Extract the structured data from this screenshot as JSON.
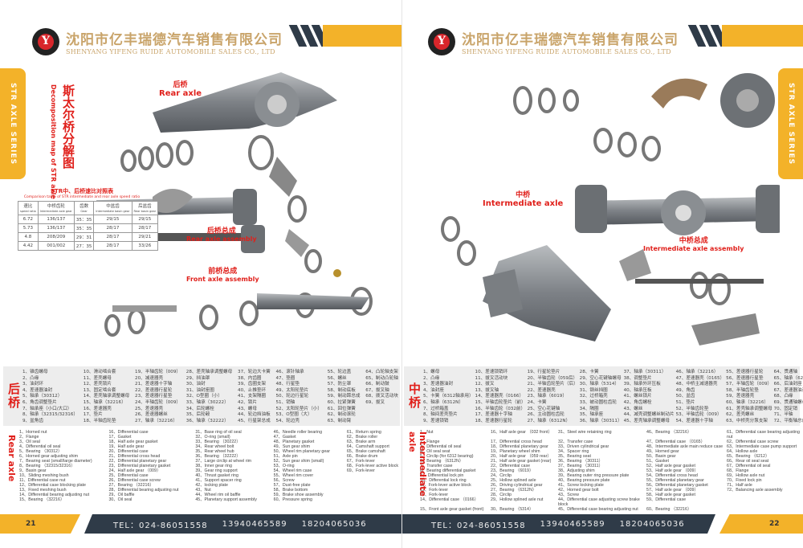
{
  "company": {
    "cn": "沈阳市亿丰瑞德汽车销售有限公司",
    "en": "SHENYANG YIFENG RUIDE AUTOMOBILE SALES CO., LTD",
    "logo_letter": "Y"
  },
  "side_tab": "STR AXLE SERIES",
  "colors": {
    "accent": "#f3b229",
    "dark": "#2f3b48",
    "red": "#e0201b",
    "gold": "#c9a46a"
  },
  "left": {
    "title_cn": "斯太尔桥分解图",
    "title_en": "Decomposition map of STR axle",
    "labels": {
      "rear_cn": "后桥",
      "rear_en": "Rear axle",
      "rear_asm_cn": "后桥总成",
      "rear_asm_en": "Rear axle assembly",
      "front_asm_cn": "前桥总成",
      "front_asm_en": "Front axle assembly"
    },
    "ratio_table": {
      "title_cn": "STR中、后桥速比对照表",
      "title_en": "Comparison table of STR intermediate and rear axle speed ratio",
      "headers": [
        "速比",
        "中桥齿轮",
        "齿数",
        "中盆齿",
        "后盆齿"
      ],
      "subheaders": [
        "speed ratio",
        "Intermediate axle gear",
        "Gear",
        "Intermediate basin gear",
        "Rear basin gear"
      ],
      "rows": [
        [
          "6.72",
          "136/137",
          "35：35",
          "29/15",
          "29/15"
        ],
        [
          "5.73",
          "136/137",
          "35：35",
          "28/17",
          "28/17"
        ],
        [
          "4.8",
          "208/209",
          "29：31",
          "28/17",
          "29/21"
        ],
        [
          "4.42",
          "001/002",
          "27：35",
          "28/17",
          "33/26"
        ]
      ]
    },
    "cn_heading": "后桥",
    "en_heading": "Rear axle",
    "cn_parts": [
      "1、锥齿螺母",
      "2、凸缘",
      "3、油封环",
      "4、差速器油封",
      "5、轴承（30312）",
      "6、角齿调整垫片",
      "7、轴承座（小口/大口）",
      "8、轴承（32315/32316）",
      "9、盆角齿",
      "10、滑动啮合套",
      "11、差壳螺母",
      "12、差壳锁片",
      "13、固定啮合套",
      "14、差壳轴承调整螺母",
      "15、轴承（32216）",
      "16、差速器壳",
      "17、垫片",
      "18、半轴齿轮垫",
      "19、半轴齿轮（009）",
      "20、减速器壳",
      "21、差速器十字轴",
      "22、差速器行星轮",
      "23、差速器行星垫",
      "24、半轴齿轮（009）",
      "25、差速器壳",
      "26、差速器螺丝",
      "27、轴承（32216）",
      "28、差壳轴承调整螺母",
      "29、挡油罩",
      "30、油封",
      "31、油封座圈",
      "32、O型圈（小）",
      "33、轴承（30222）",
      "34、后轮螺栓",
      "35、后轮毂",
      "36、轴承（32222）",
      "37、轮边大卡簧",
      "38、内齿圈",
      "39、齿圈支架",
      "40、止推垫环",
      "41、支架隔圈",
      "42、锁片",
      "43、螺母",
      "44、轮边挡油板",
      "45、行星架总成",
      "46、滚针轴承",
      "47、垫圈",
      "48、行星垫",
      "49、太阳轮垫片",
      "50、轮边行星轮",
      "51、销轴",
      "52、太阳轮垫片（小）",
      "53、O型圈（大）",
      "54、轮边壳",
      "55、轮边盖",
      "56、螺丝",
      "57、防尘罩",
      "58、制动底板",
      "59、制动蹄总成",
      "60、拉紧弹簧",
      "61、回位弹簧",
      "62、制动滚轮",
      "63、制动臂",
      "64、凸轮轴支架",
      "65、制动凸轮轴",
      "66、制动鼓",
      "67、拔叉轴",
      "68、拨叉活动块",
      "69、拔叉"
    ],
    "en_parts": [
      "1、Horned nut",
      "2、Flange",
      "3、Oil seal",
      "4、Differential oil seal",
      "5、Bearing （30312）",
      "6、Horned gear adjusting shim",
      "7、Bearing seat (small/large diameter)",
      "8、Bearing （32315/32316）",
      "9、Basin gear",
      "10、Sliding meshing bush",
      "11、Differential case nut",
      "12、Differential case blocking plate",
      "13、Fixed meshing bush",
      "14、Differential bearing adjusting nut",
      "15、Bearing （32216）",
      "16、Differential case",
      "17、Gasket",
      "18、Half axle gear gasket",
      "19、Half axle gear",
      "20、Differential case",
      "21、Differential cross head",
      "22、Differential planetary gear",
      "23、Differential planetary gasket",
      "24、Half axle gear （009）",
      "25、Differential case",
      "26、Differential case screw",
      "27、Bearing （32216）",
      "28、Differential bearing adjusting nut",
      "29、Oil baffle",
      "30、Oil seal",
      "31、Base ring of oil seal",
      "32、O-ring (small)",
      "33、Bearing （30222）",
      "34、Rear wheel bolt",
      "35、Rear wheel hub",
      "36、Bearing （32222）",
      "37、Large circlip at wheel rim",
      "38、Inner gear ring",
      "39、Gear ring support",
      "40、Thrust gasket ring",
      "41、Support spacer ring",
      "42、locking plate",
      "43、Nut",
      "44、Wheel rim oil baffle",
      "45、Planetary support assembly",
      "46、Needle roller bearing",
      "47、Gasket",
      "48、Planetary gasket",
      "49、Sun gear shim",
      "50、Wheel rim planetary gear",
      "51、Axle pin",
      "52、Sun gear shim (small)",
      "53、O-ring",
      "54、Wheel rim case",
      "55、Wheel rim cover",
      "56、Screw",
      "57、Dust-free plate",
      "58、Brake bottom",
      "59、Brake shoe assembly",
      "60、Pressure spring",
      "61、Return spring",
      "62、Brake roller",
      "63、Brake arm",
      "64、Camshaft support",
      "65、Brake camshaft",
      "66、Brake drum",
      "67、Fork-lever",
      "68、Fork-lever active block",
      "69、Fork-lever"
    ],
    "page_number": "21"
  },
  "right": {
    "labels": {
      "mid_cn": "中桥",
      "mid_en": "Intermediate axle",
      "mid_asm_cn": "中桥总成",
      "mid_asm_en": "Intermediate axle assembly"
    },
    "cn_heading": "中桥",
    "en_heading": "Intermediate axle",
    "cn_parts": [
      "1、螺母",
      "2、凸缘",
      "3、差速器油封",
      "4、油封座",
      "5、卡簧（6312轴承用）",
      "6、轴承（6312N）",
      "7、过桥箱盖",
      "8、轴间差壳垫片",
      "9、差速锁销",
      "10、差速锁销环",
      "11、拔叉活动块",
      "12、拔叉",
      "13、拔叉轴",
      "14、差速器壳（0166）",
      "15、半轴齿轮垫片（前）",
      "16、半轴齿轮（032前）",
      "17、差速器十字轴",
      "18、差速器行星轮",
      "19、行星轮垫片",
      "20、半轴齿轮（059后）",
      "21、半轴齿轮垫片（后）",
      "22、差速器壳",
      "23、轴承（6019）",
      "24、卡簧",
      "25、空心花键轴",
      "26、主动圆柱齿轮",
      "27、轴承（6312N）",
      "28、卡簧",
      "29、空心花键轴螺母",
      "30、轴承（5314）",
      "31、钢丝挡圈",
      "32、过桥箱壳",
      "33、被动圆柱齿轮",
      "34、隔圈",
      "35、轴承座",
      "36、轴承（30311）",
      "37、轴承（30311）",
      "38、调整垫片",
      "39、轴承外环压板",
      "40、轴承压板",
      "41、螺丝锁片",
      "42、角齿螺栓",
      "43、螺丝",
      "44、减壳调整螺丝制动片",
      "45、差壳轴承调整螺母",
      "46、轴承（32216）",
      "47、差速器壳（0165）",
      "48、中桥主减速器壳",
      "49、角齿",
      "50、盆齿",
      "51、垫片",
      "52、半轴齿轮垫",
      "53、半轴齿轮（009）",
      "54、差速器十字轴",
      "55、差速器行星轮",
      "56、差速器行星垫",
      "57、半轴齿轮（009）",
      "58、半轴齿轮垫",
      "59、差速器壳",
      "60、轴承（32216）",
      "61、差壳轴承调整螺母",
      "62、差壳螺丝",
      "63、中桥壳分泵支架",
      "64、贯通轴",
      "65、轴承（6212）",
      "66、后油封座",
      "67、差速器油封",
      "68、凸缘",
      "69、贯通轴螺母",
      "70、固定销",
      "71、半轴",
      "72、平衡轴总成"
    ],
    "en_parts": [
      "1、Nut",
      "2、Flange",
      "3、Differential oil seal",
      "4、Oil seal seat",
      "5、Circlip (for 6312 bearing)",
      "6、Bearing （6312N）",
      "7、Transfer case",
      "8、Bearing differential gasket",
      "9、 Differential lock pin",
      "10、Differential lock ring",
      "11、Fork-lever active block",
      "12、Fork-lever",
      "13、Fork-lever",
      "14、Differential case （0166）",
      "15、Front axle gear gasket (front)",
      "16、Half axle gear （032 front）",
      "17、Differential cross head",
      "18、Differential planetary gear",
      "19、Planetary wheel shim",
      "20、Half axle gear （059 rear）",
      "21、Half axle gear gasket (rear)",
      "22、Differential case",
      "23、Bearing （6019）",
      "24、Circlip",
      "25、Hollow splined axle",
      "26、Driving cylindrical gear",
      "27、Bearing （6312N）",
      "28、Circlip",
      "29、Hollow splined axle nut",
      "30、Bearing （5314）",
      "31、Steel wire retaining ring",
      "32、Transfer case",
      "33、Driven cylindrical gear",
      "34、Spacer ring",
      "35、Bearing seat",
      "36、Bearing （30311）",
      "37、Bearing （30311）",
      "38、Adjusting shim",
      "39、Bearing outer ring pressure plate",
      "40、Bearing pressure plate",
      "41、Screw locking plate",
      "42、Horned gear bolt",
      "43、Screw",
      "44、Differential case adjusting screw brake block",
      "45、Differential case bearing adjusting nut",
      "46、Bearing （32216）",
      "47、Differential case （0165）",
      "48、Intermediate axle main reduce case",
      "49、Horned gear",
      "50、Basin gear",
      "51、Gasket",
      "52、Half axle gear gasket",
      "53、Half axle gear （009）",
      "54、Differential cross head",
      "55、Differential planetary gear",
      "56、Differential planetary gasket",
      "57、Half axle gear （009）",
      "58、Half axle gear gasket",
      "59、Differential case",
      "60、Bearing （32216）",
      "61、Differential case bearing adjusting nut",
      "62、Differential case screw",
      "63、Intermediate case pump support",
      "64、Hollow axle",
      "65、Bearing （6212）",
      "66、Rear oil seal seat",
      "67、Differential oil seal",
      "68、Flange",
      "69、Hollow axle nut",
      "70、Fixed lock pin",
      "71、Half axle",
      "72、Balancing axle assembly"
    ],
    "page_number": "22"
  },
  "footer": {
    "tel_label": "TEL：",
    "phones": [
      "024-86051558",
      "13940465589",
      "18204065036"
    ]
  }
}
